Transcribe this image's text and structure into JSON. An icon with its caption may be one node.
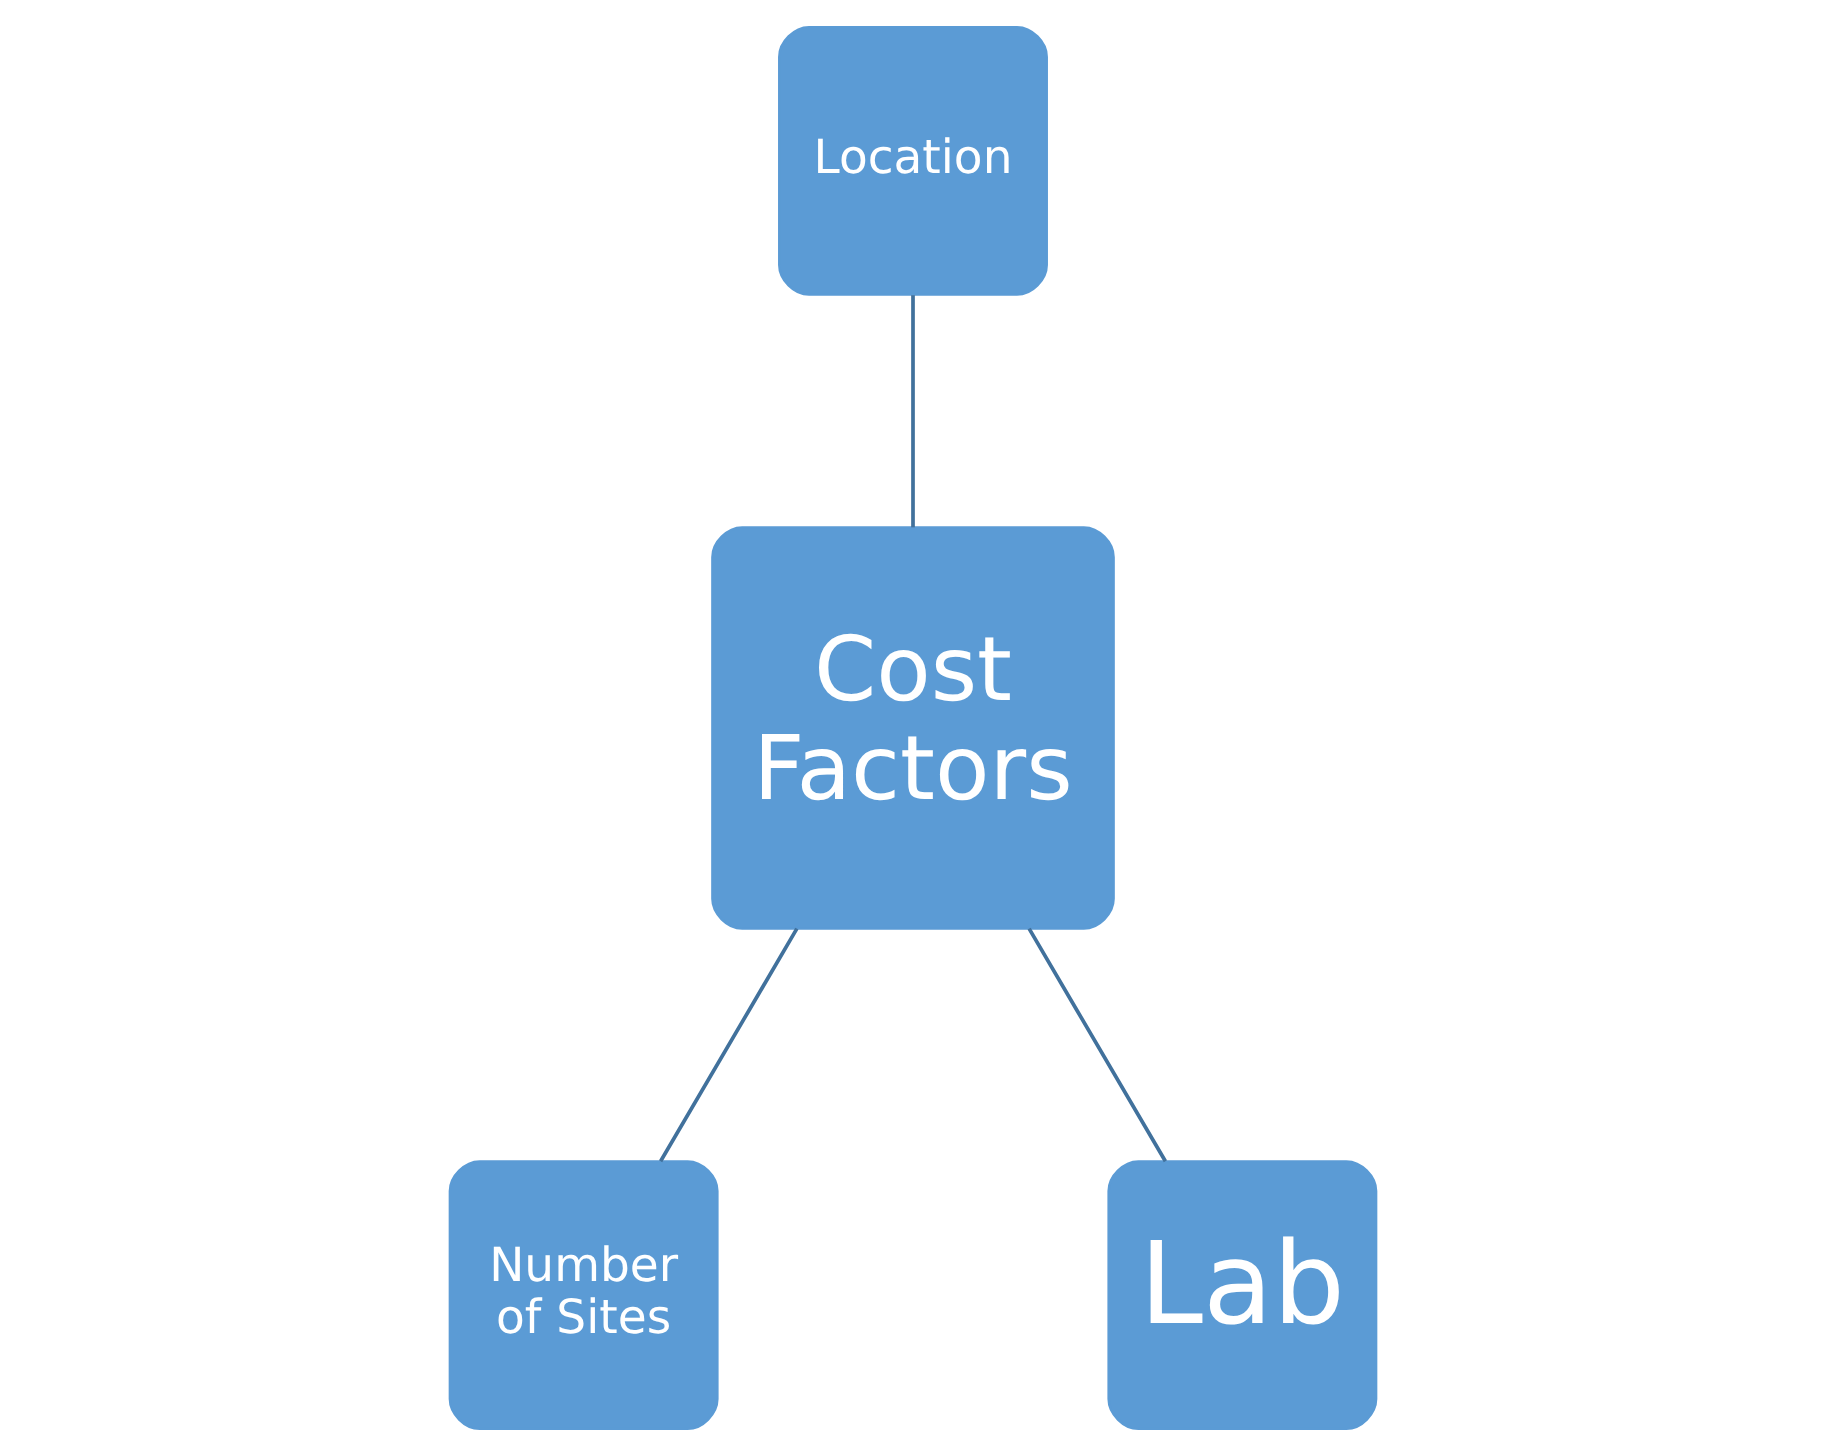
{
  "diagram": {
    "nodes": [
      {
        "text": [
          "Location"
        ]
      },
      {
        "text": [
          "Cost Factors"
        ]
      },
      {
        "text": [
          "Number of Sites"
        ]
      },
      {
        "text": [
          "Lab"
        ]
      }
    ],
    "edges": [
      {
        "from": 0,
        "to": 1,
        "arrow": "none"
      },
      {
        "from": 1,
        "to": 2,
        "arrow": "none"
      },
      {
        "from": 1,
        "to": 3,
        "arrow": "none"
      }
    ]
  }
}
